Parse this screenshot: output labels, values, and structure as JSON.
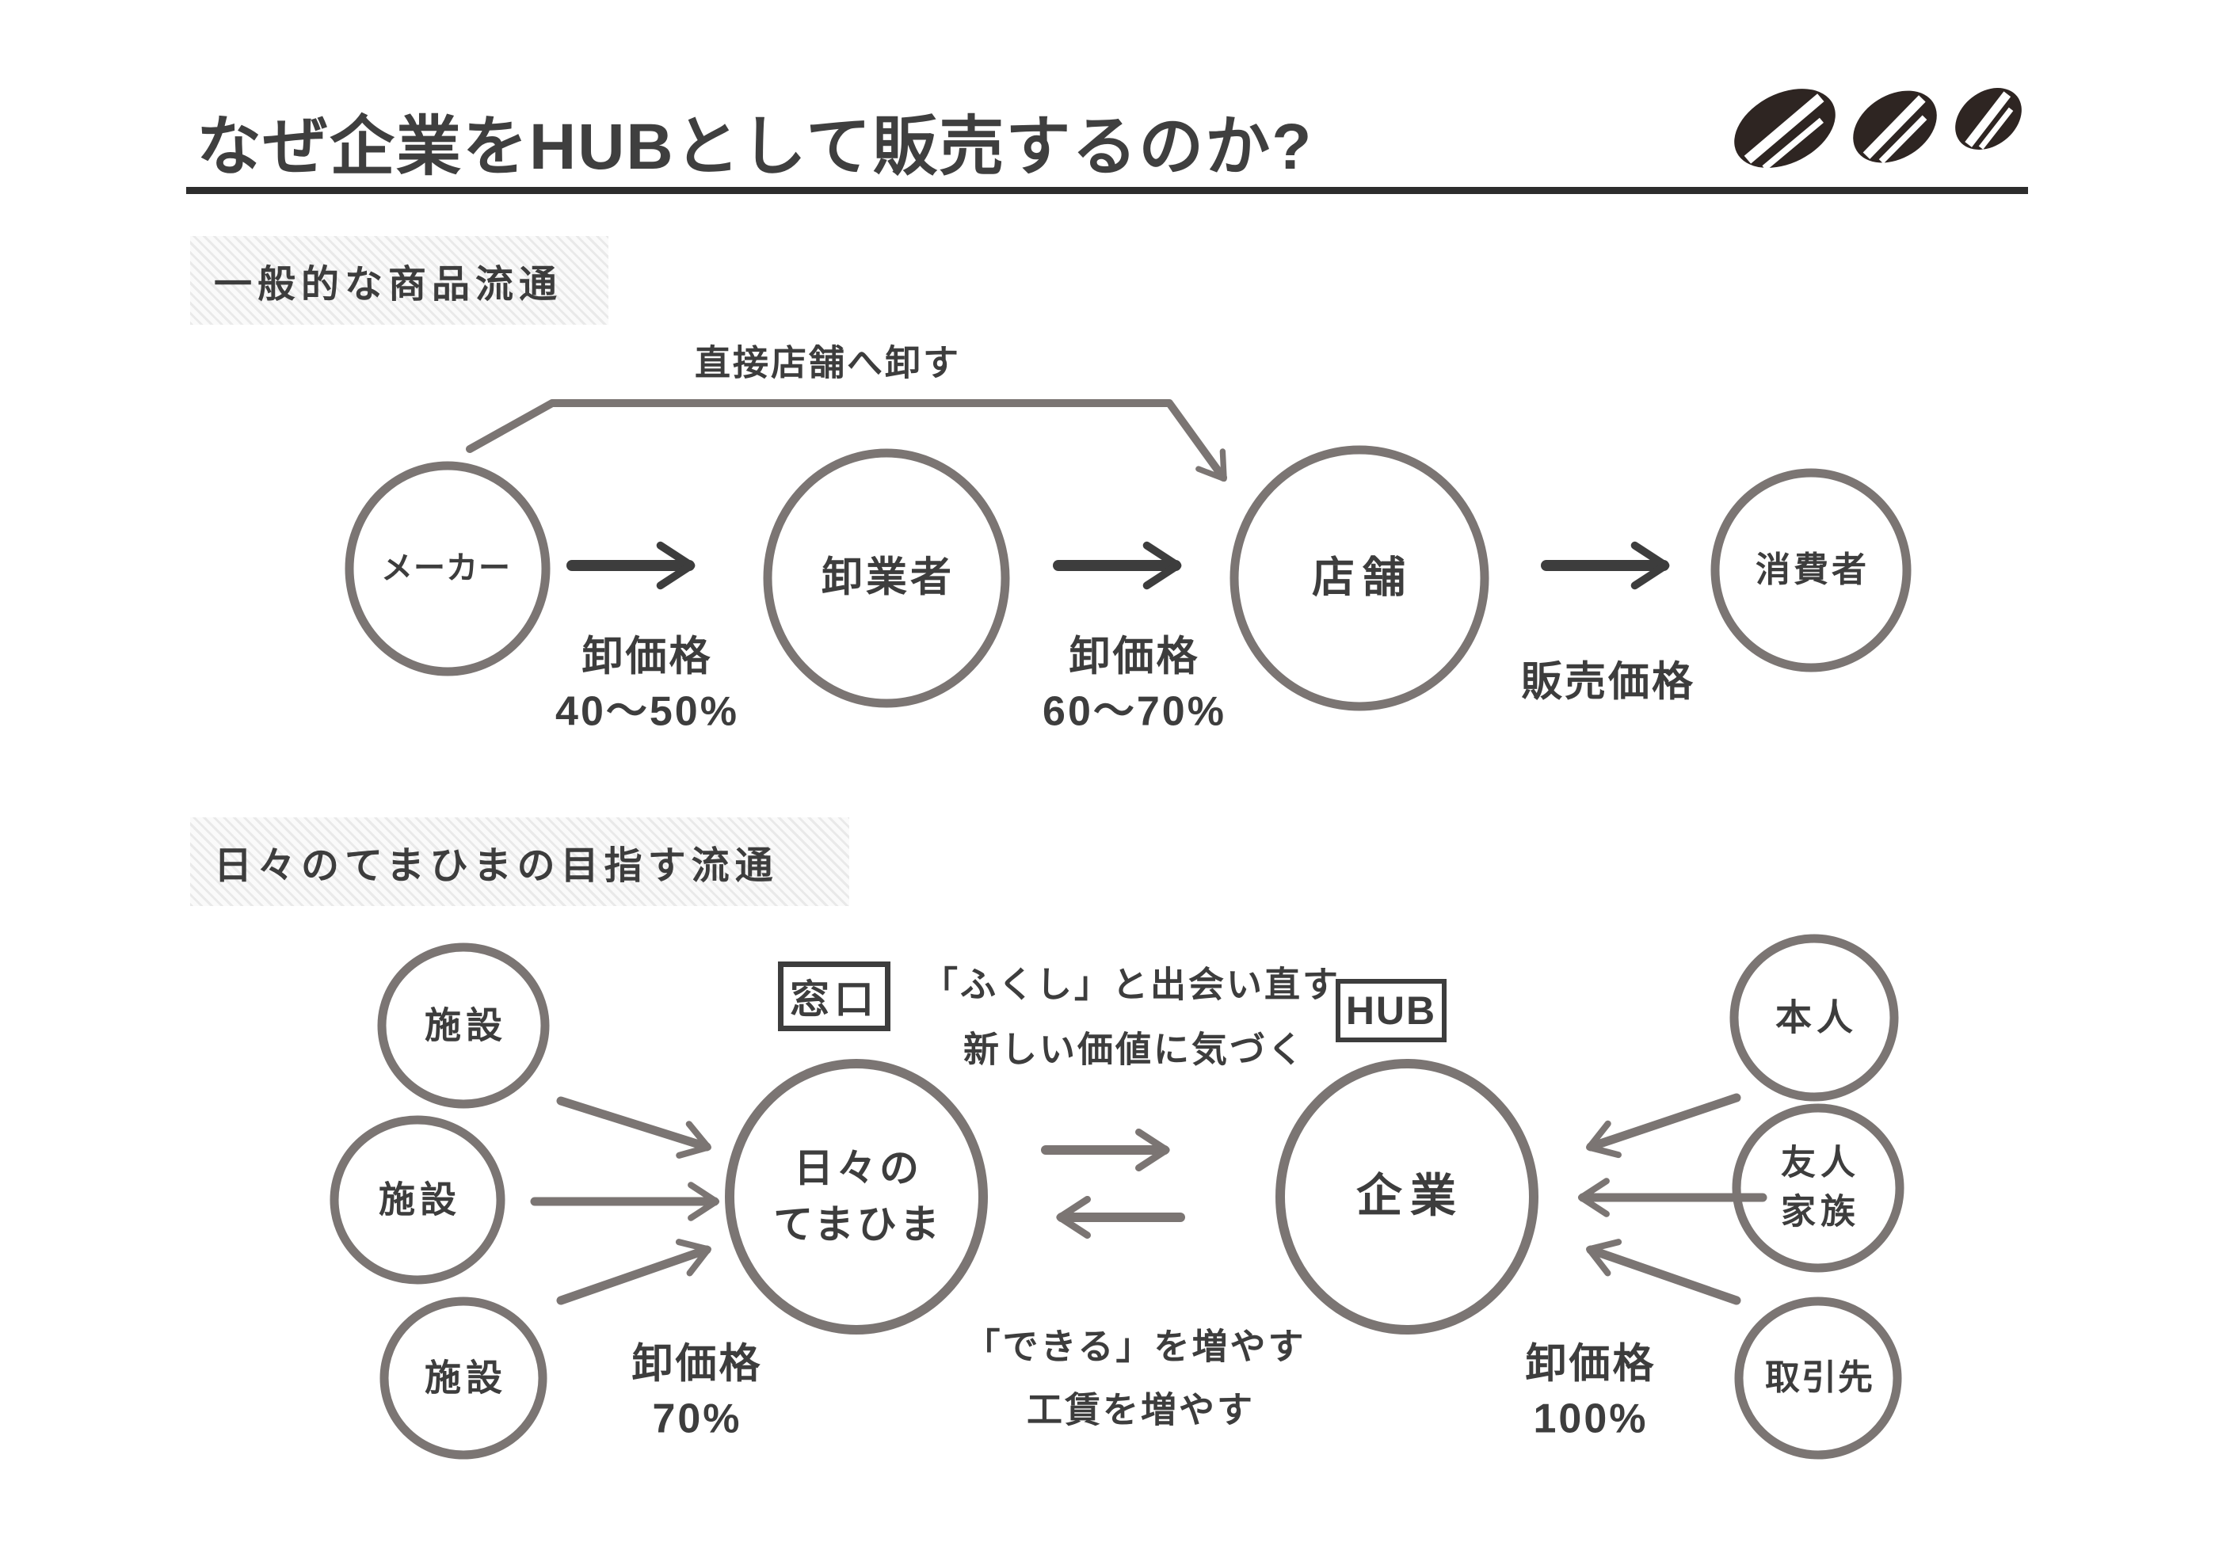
{
  "title": "なぜ企業をHUBとして販売するのか?",
  "colors": {
    "ink": "#3d3d3d",
    "shape_line": "#7b7573",
    "dark_arrow": "#3d3d3d",
    "bean": "#2e2522",
    "rule": "#2d2d2d",
    "hatch": "#e9e9e9"
  },
  "icons": {
    "beans": [
      "coffee-bean",
      "coffee-bean",
      "coffee-bean"
    ]
  },
  "section1": {
    "label": "一般的な商品流通",
    "bypass_label": "直接店舗へ卸す",
    "nodes": {
      "maker": "メーカー",
      "wholesaler": "卸業者",
      "store": "店舗",
      "consumer": "消費者"
    },
    "edges": {
      "e1": {
        "l1": "卸価格",
        "l2": "40〜50%"
      },
      "e2": {
        "l1": "卸価格",
        "l2": "60〜70%"
      },
      "e3": {
        "l1": "販売価格"
      }
    }
  },
  "section2": {
    "label": "日々のてまひまの目指す流通",
    "left_nodes": {
      "f1": "施設",
      "f2": "施設",
      "f3": "施設"
    },
    "center": {
      "tag": "窓口",
      "l1": "日々の",
      "l2": "てまひま"
    },
    "hub": {
      "tag": "HUB",
      "label": "企業"
    },
    "right_nodes": {
      "r1": "本人",
      "r2a": "友人",
      "r2b": "家族",
      "r3": "取引先"
    },
    "exchange_top": {
      "l1": "「ふくし」と出会い直す",
      "l2": "新しい価値に気づく"
    },
    "exchange_bottom": {
      "l1": "「できる」を増やす",
      "l2": "工賃を増やす"
    },
    "left_price": {
      "l1": "卸価格",
      "l2": "70%"
    },
    "right_price": {
      "l1": "卸価格",
      "l2": "100%"
    }
  }
}
